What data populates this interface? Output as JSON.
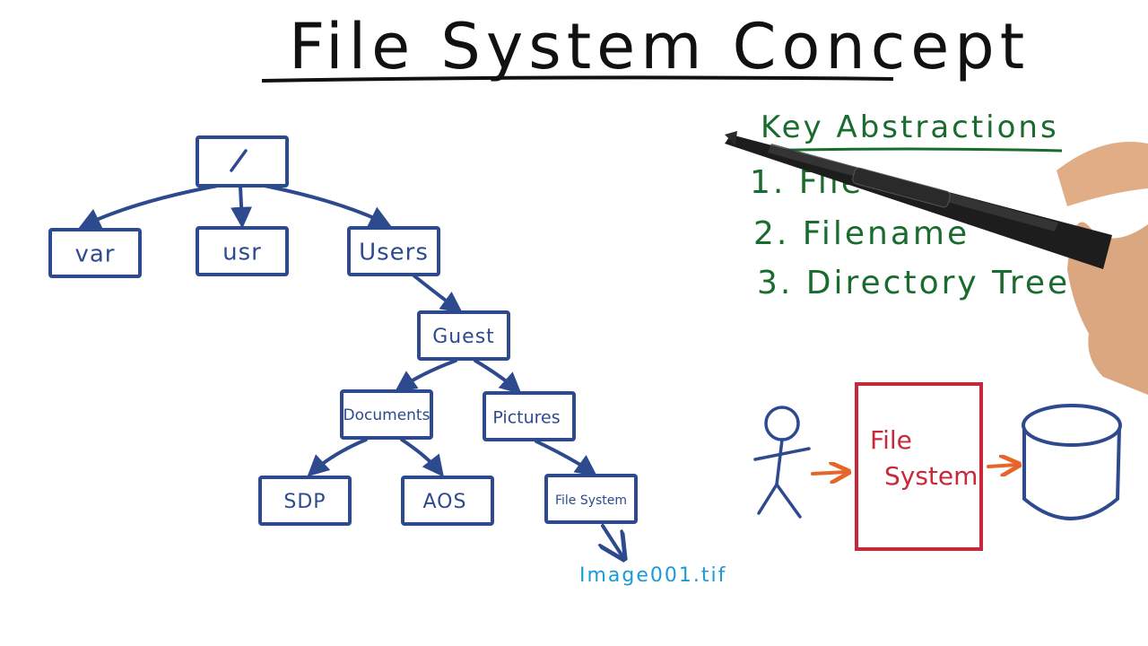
{
  "title": "File System Concept",
  "tree": {
    "root": "/",
    "level1": [
      "var",
      "usr",
      "Users"
    ],
    "users_child": "Guest",
    "guest_children": [
      "Documents",
      "Pictures"
    ],
    "documents_children": [
      "SDP",
      "AOS"
    ],
    "pictures_child": "File System",
    "file": "Image001.tif"
  },
  "key_abstractions": {
    "heading": "Key Abstractions",
    "items": [
      "1. File",
      "2. Filename",
      "3. Directory Tree"
    ]
  },
  "flow": {
    "box_line1": "File",
    "box_line2": "System"
  },
  "colors": {
    "tree": "#2e4a8e",
    "abstractions": "#1a6b2e",
    "file_system_box": "#c8283a",
    "arrows": "#e8652a",
    "file_label": "#1a9bd7",
    "pen": "#1d1d1d"
  },
  "icons": [
    "stick-figure-icon",
    "disk-cylinder-icon",
    "pen-icon"
  ]
}
